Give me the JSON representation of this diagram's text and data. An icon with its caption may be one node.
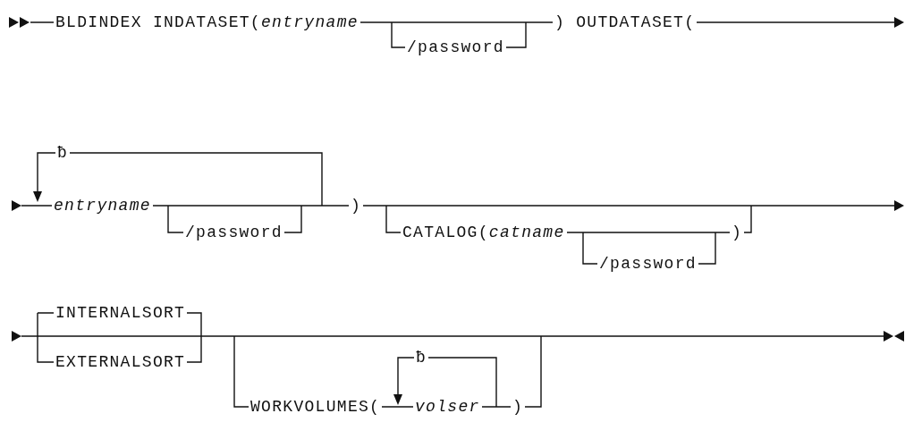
{
  "diagram": {
    "labels": [
      "BLDINDEX INDATASET(*entryname*",
      "/password",
      ") OUTDATASET(",
      "ƀ",
      "entryname",
      "/password",
      ")",
      "CATALOG(*catname*",
      "/password",
      ")",
      "INTERNALSORT",
      "EXTERNALSORT",
      "ƀ",
      "WORKVOLUMES(",
      "volser",
      ")"
    ]
  }
}
